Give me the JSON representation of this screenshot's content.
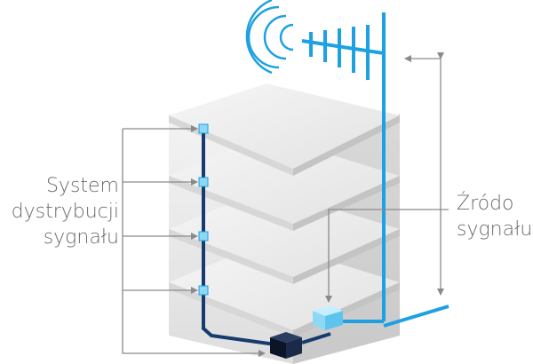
{
  "labels": {
    "distribution": [
      "System",
      "dystrybucji",
      "sygnału"
    ],
    "source": [
      "Źródo",
      "sygnału"
    ]
  },
  "colors": {
    "antenna_blue": "#1da1e2",
    "distribution_navy": "#163b6e",
    "amplifier_dark": "#101c33",
    "donor_box_light": "#8fd8f5",
    "callout_line": "#8a8a8a",
    "label_text": "#6b6b6b"
  },
  "icons": {
    "antenna": "yagi-antenna-icon",
    "signal": "signal-waves-icon",
    "amplifier": "amplifier-box-icon",
    "donor": "donor-unit-icon",
    "indoor_antenna": "indoor-antenna-node-icon"
  }
}
